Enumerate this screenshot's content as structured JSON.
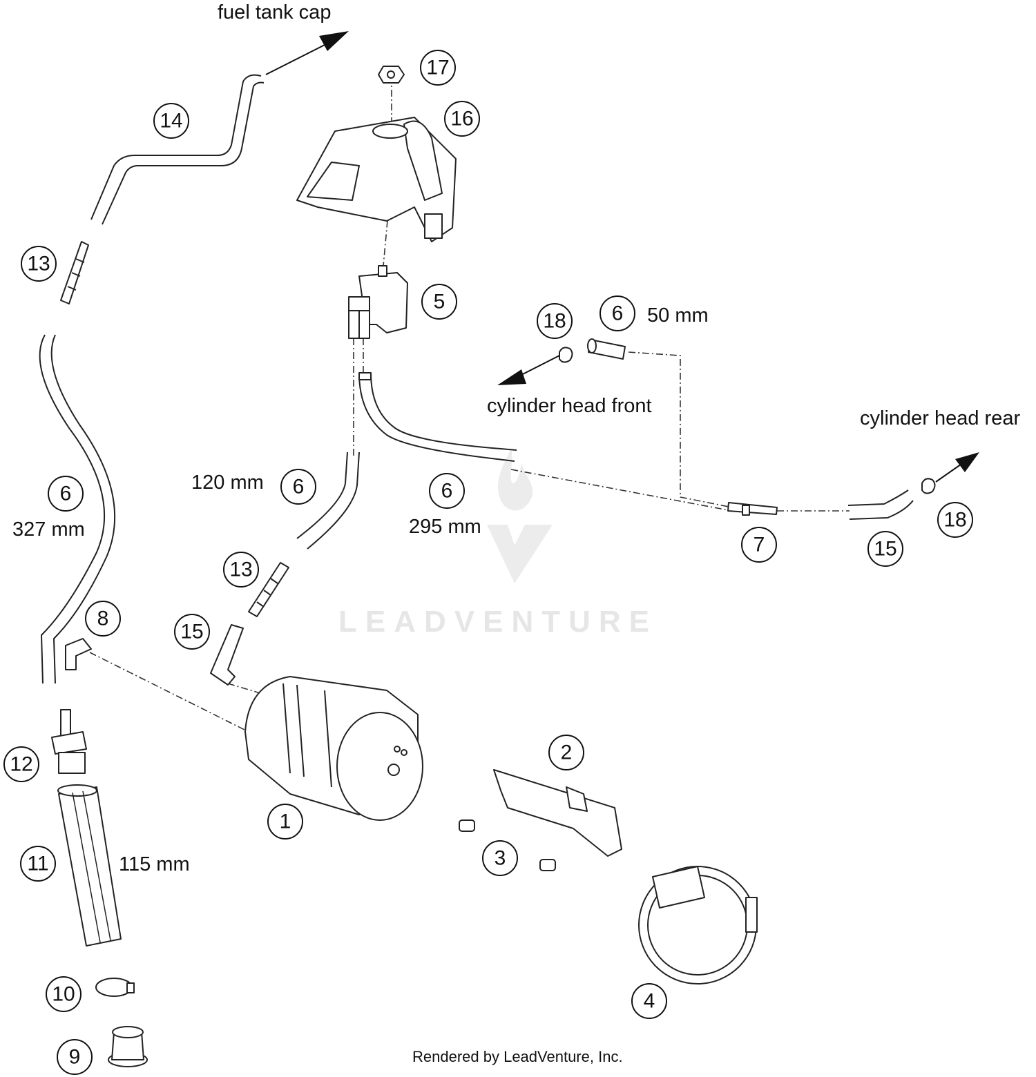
{
  "watermark": {
    "brand": "LEADVENTURE",
    "credit": "Rendered by LeadVenture, Inc."
  },
  "labels": {
    "fuel_tank_cap": "fuel tank cap",
    "cylinder_head_front": "cylinder head front",
    "cylinder_head_rear": "cylinder head rear",
    "len_50": "50 mm",
    "len_120": "120 mm",
    "len_295": "295 mm",
    "len_327": "327 mm",
    "len_115": "115 mm"
  },
  "callouts": {
    "c1": "1",
    "c2": "2",
    "c3": "3",
    "c4": "4",
    "c5": "5",
    "c6a": "6",
    "c6b": "6",
    "c6c": "6",
    "c6d": "6",
    "c7": "7",
    "c8": "8",
    "c9": "9",
    "c10": "10",
    "c11": "11",
    "c12": "12",
    "c13a": "13",
    "c13b": "13",
    "c14": "14",
    "c15a": "15",
    "c15b": "15",
    "c16": "16",
    "c17": "17",
    "c18a": "18",
    "c18b": "18"
  }
}
